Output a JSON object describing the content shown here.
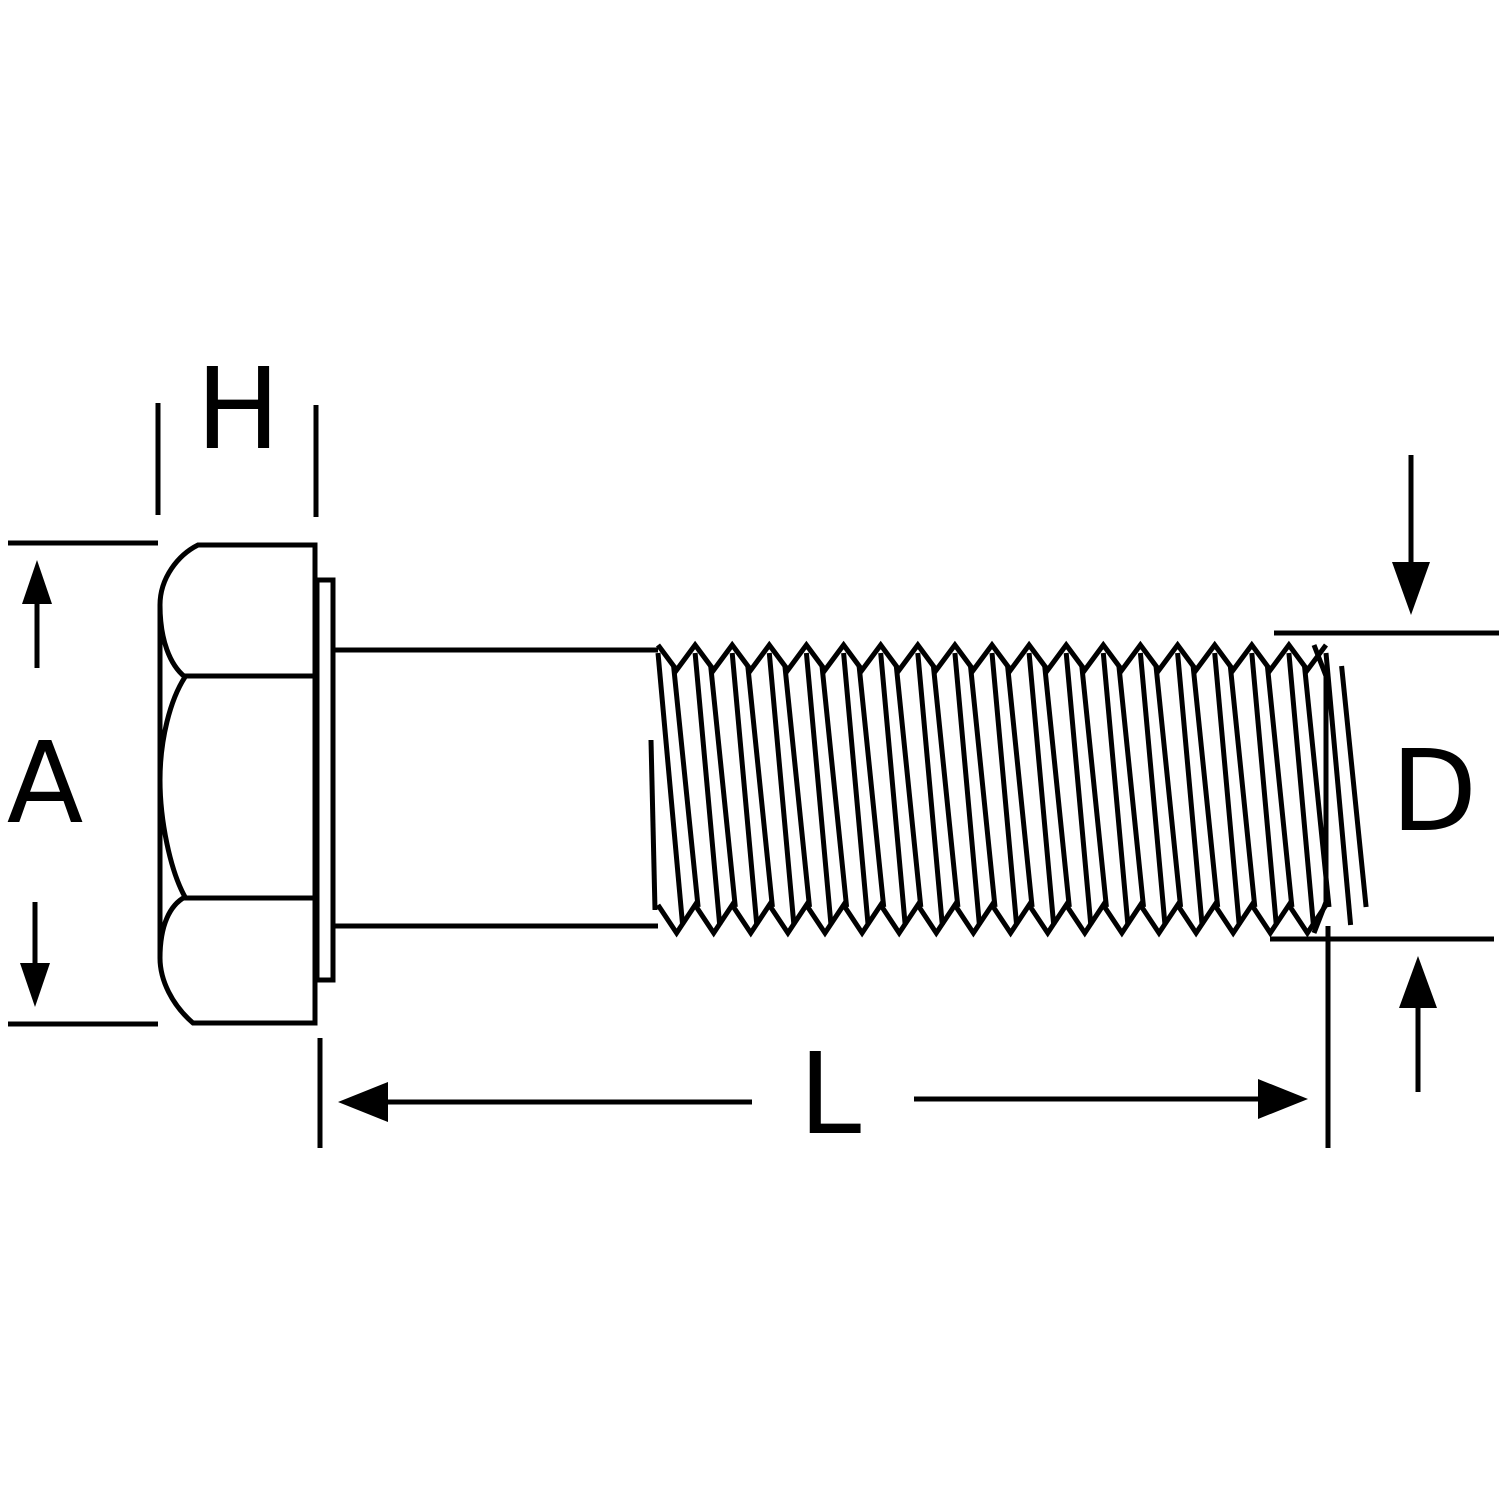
{
  "labels": {
    "head_height": "H",
    "across_flats": "A",
    "length": "L",
    "diameter": "D"
  },
  "colors": {
    "line": "#000000",
    "background": "#ffffff"
  }
}
